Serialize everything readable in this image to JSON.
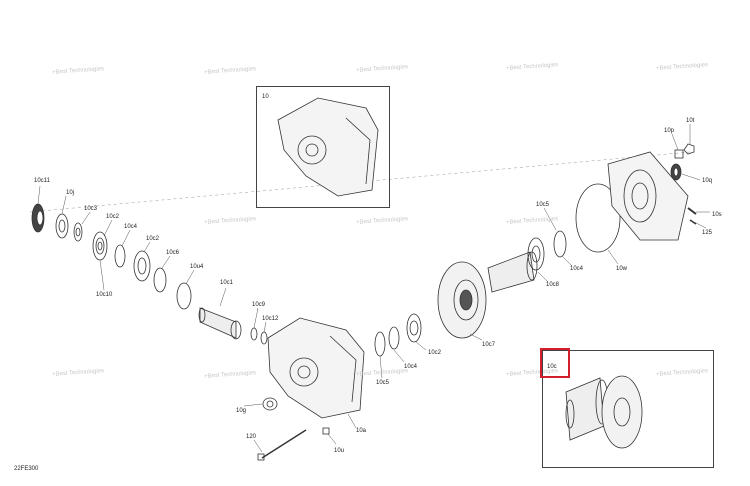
{
  "diagram_id": "22FE300",
  "watermark": "+Best Technologies",
  "highlight_color": "#d31f2c",
  "inset_top_label": "10",
  "inset_bottom_label": "10c",
  "callouts": {
    "c10c11": "10c11",
    "c10j": "10j",
    "c10c3": "10c3",
    "c10c2a": "10c2",
    "c10c4a": "10c4",
    "c10c2b": "10c2",
    "c10c6": "10c6",
    "c10u4": "10u4",
    "c10c10": "10c10",
    "c10c1": "10c1",
    "c10c9": "10c9",
    "c10c12": "10c12",
    "c10c2c": "10c2",
    "c10c4b": "10c4",
    "c10c5": "10c5",
    "c10c7": "10c7",
    "c10c8": "10c8",
    "c10c4c": "10c4",
    "c10c5b": "10c5",
    "c10w": "10w",
    "c10p": "10p",
    "c10t": "10t",
    "c10q_a": "10q",
    "c10s": "10s",
    "c125": "125",
    "c10g": "10g",
    "c120": "120",
    "c10u": "10u",
    "c10a": "10a"
  }
}
